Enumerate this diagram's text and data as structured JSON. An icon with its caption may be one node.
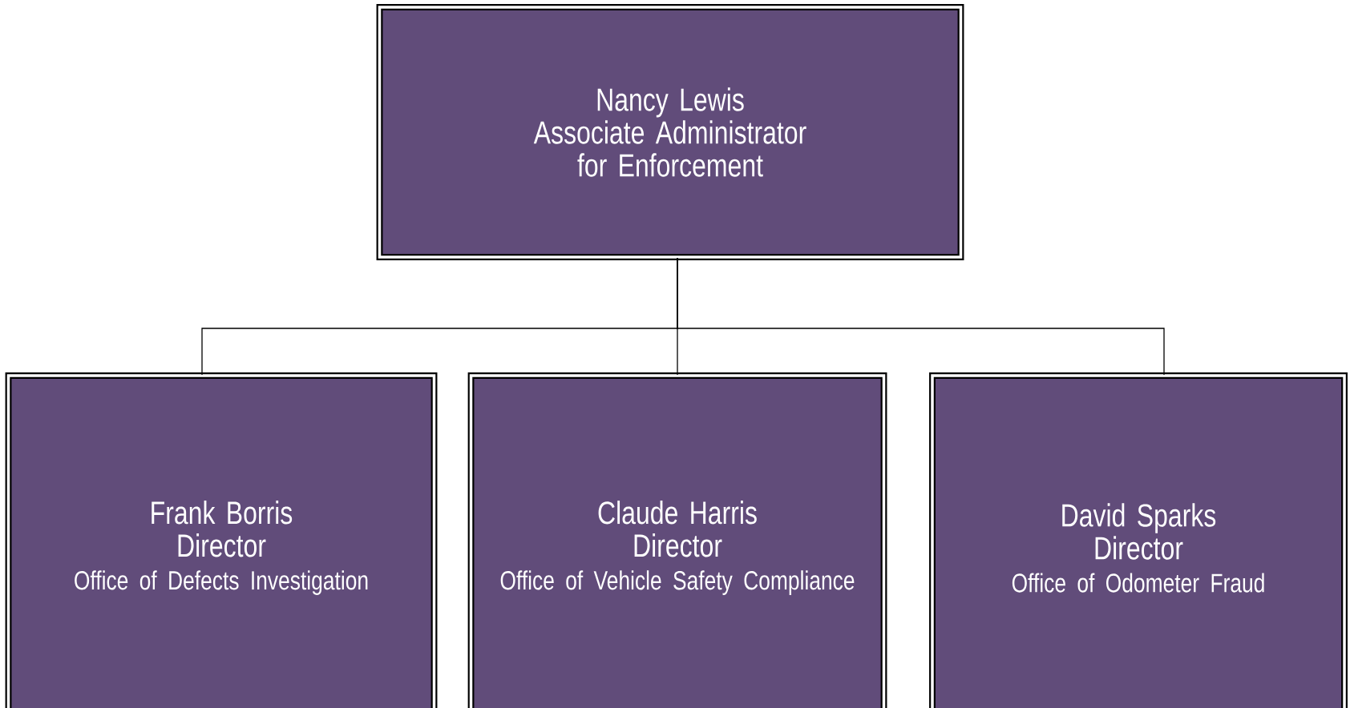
{
  "diagram": {
    "nodes": [
      {
        "text": [
          "Nancy Lewis",
          "Associate Administrator for Enforcement"
        ]
      },
      {
        "text": [
          "Frank Borris",
          "Director",
          "Office of Defects Investigation"
        ]
      },
      {
        "text": [
          "Claude Harris",
          "Director",
          "Office of Vehicle Safety Compliance"
        ]
      },
      {
        "text": [
          "David Sparks",
          "Director",
          "Office of Odometer Fraud"
        ]
      }
    ],
    "edges": [
      {
        "from": 0,
        "to": 1,
        "arrow": "none"
      },
      {
        "from": 0,
        "to": 2,
        "arrow": "none"
      },
      {
        "from": 0,
        "to": 3,
        "arrow": "none"
      }
    ]
  }
}
